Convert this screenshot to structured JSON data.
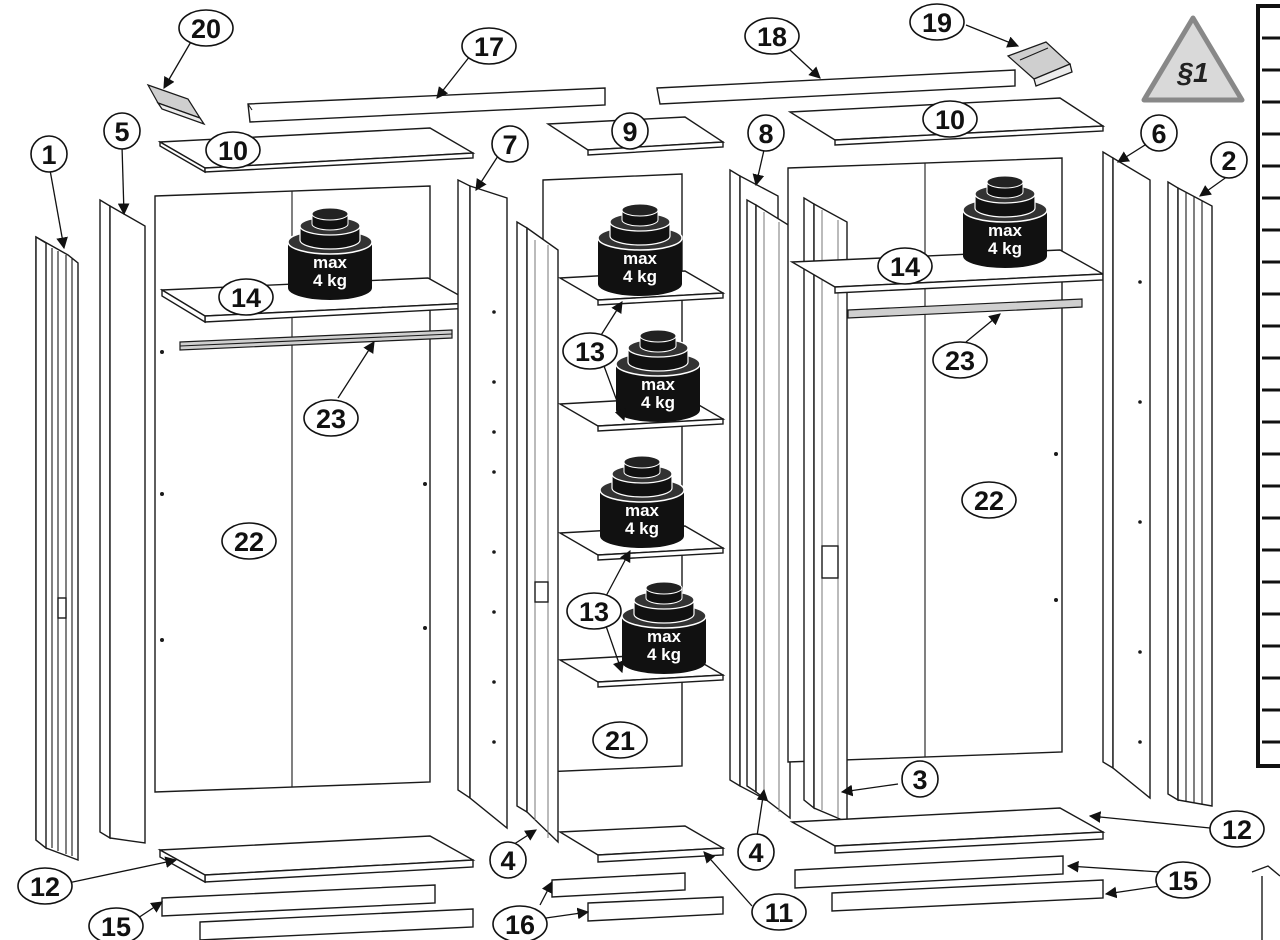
{
  "diagram": {
    "weight_label": {
      "line1": "max",
      "line2": "4 kg"
    },
    "warning_label": "§1",
    "callouts": [
      {
        "id": "c1",
        "text": "1"
      },
      {
        "id": "c2",
        "text": "2"
      },
      {
        "id": "c3",
        "text": "3"
      },
      {
        "id": "c4a",
        "text": "4"
      },
      {
        "id": "c4b",
        "text": "4"
      },
      {
        "id": "c5",
        "text": "5"
      },
      {
        "id": "c6",
        "text": "6"
      },
      {
        "id": "c7",
        "text": "7"
      },
      {
        "id": "c8",
        "text": "8"
      },
      {
        "id": "c9",
        "text": "9"
      },
      {
        "id": "c10a",
        "text": "10"
      },
      {
        "id": "c10b",
        "text": "10"
      },
      {
        "id": "c11",
        "text": "11"
      },
      {
        "id": "c12a",
        "text": "12"
      },
      {
        "id": "c12b",
        "text": "12"
      },
      {
        "id": "c13a",
        "text": "13"
      },
      {
        "id": "c13b",
        "text": "13"
      },
      {
        "id": "c14a",
        "text": "14"
      },
      {
        "id": "c14b",
        "text": "14"
      },
      {
        "id": "c15a",
        "text": "15"
      },
      {
        "id": "c15b",
        "text": "15"
      },
      {
        "id": "c16",
        "text": "16"
      },
      {
        "id": "c17",
        "text": "17"
      },
      {
        "id": "c18",
        "text": "18"
      },
      {
        "id": "c19",
        "text": "19"
      },
      {
        "id": "c20",
        "text": "20"
      },
      {
        "id": "c21",
        "text": "21"
      },
      {
        "id": "c22a",
        "text": "22"
      },
      {
        "id": "c22b",
        "text": "22"
      },
      {
        "id": "c23a",
        "text": "23"
      },
      {
        "id": "c23b",
        "text": "23"
      }
    ]
  }
}
